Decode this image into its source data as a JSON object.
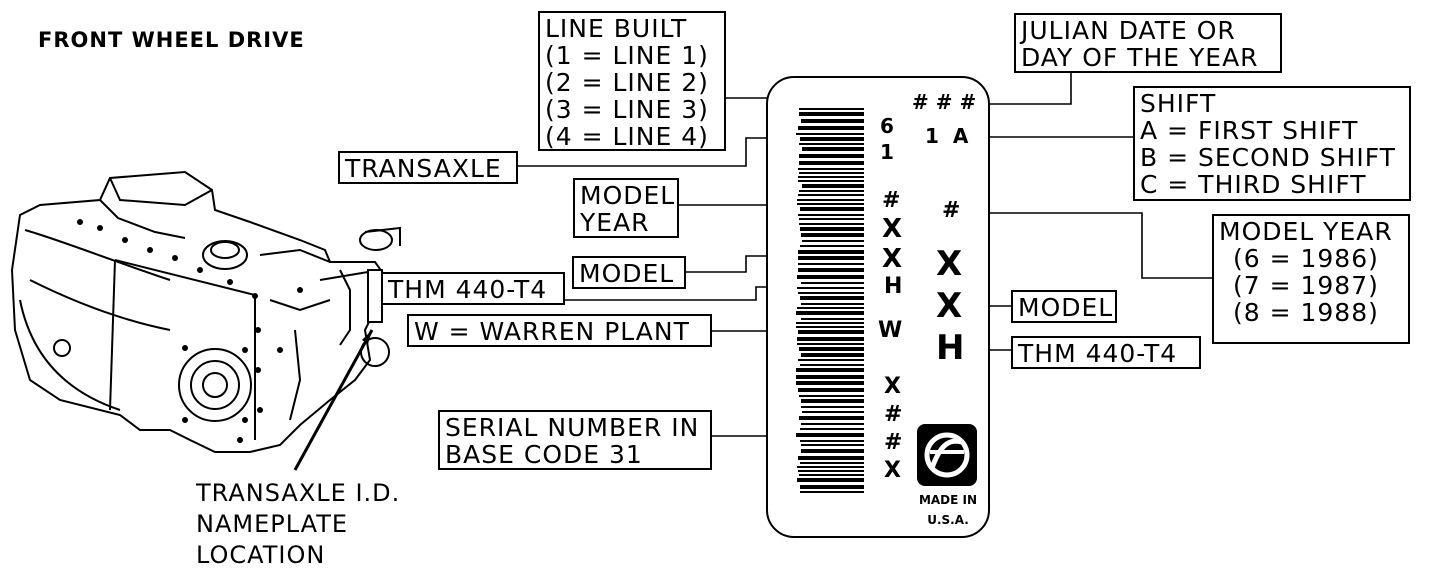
{
  "title": "FRONT WHEEL DRIVE",
  "caption": [
    "TRANSAXLE I.D.",
    "NAMEPLATE",
    "LOCATION"
  ],
  "callouts": {
    "line_built": [
      "LINE BUILT",
      "(1  =  LINE 1)",
      "(2  =  LINE 2)",
      "(3  =  LINE 3)",
      "(4  =  LINE 4)"
    ],
    "julian": [
      "JULIAN DATE OR",
      "DAY OF THE YEAR"
    ],
    "shift": [
      "SHIFT",
      "A = FIRST SHIFT",
      "B = SECOND SHIFT",
      "C = THIRD SHIFT"
    ],
    "transaxle": "TRANSAXLE",
    "model_year_left": [
      "MODEL",
      "YEAR"
    ],
    "model_left": "MODEL",
    "thm_left": "THM 440-T4",
    "warren": "W  =  WARREN PLANT",
    "serial": [
      "SERIAL NUMBER IN",
      "BASE CODE 31"
    ],
    "model_year_right": [
      "MODEL YEAR",
      "(6  =  1986)",
      "(7  =  1987)",
      "(8  =  1988)"
    ],
    "model_right": "MODEL",
    "thm_right": "THM 440-T4"
  },
  "plate": {
    "julian_code": "# # #",
    "line_shift_code": "1  A",
    "left_digits": [
      "6",
      "1"
    ],
    "year_hash_left": "#",
    "model_left": [
      "X",
      "X",
      "H"
    ],
    "warren_code": "W",
    "serial_chars": [
      "X",
      "#",
      "#",
      "X"
    ],
    "year_hash_right": "#",
    "model_big": [
      "X",
      "X",
      "H"
    ],
    "made_in": [
      "MADE IN",
      "U.S.A."
    ]
  }
}
